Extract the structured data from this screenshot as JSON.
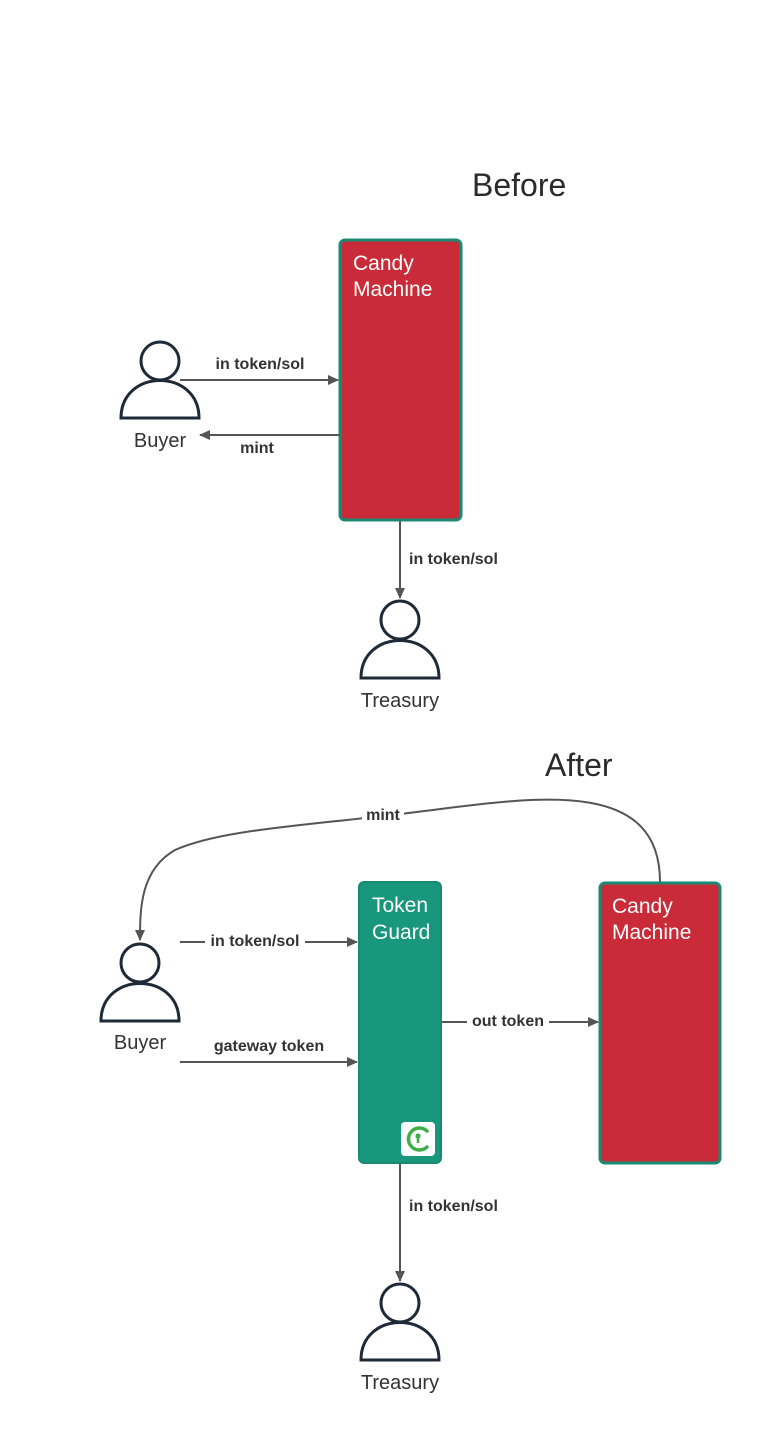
{
  "before": {
    "title": "Before",
    "candy_machine": {
      "line1": "Candy",
      "line2": "Machine"
    },
    "buyer": "Buyer",
    "treasury": "Treasury",
    "edges": {
      "buyer_to_cm": "in token/sol",
      "cm_to_buyer": "mint",
      "cm_to_treasury": "in token/sol"
    }
  },
  "after": {
    "title": "After",
    "token_guard": {
      "line1": "Token",
      "line2": "Guard",
      "icon": "civic-lock-icon"
    },
    "candy_machine": {
      "line1": "Candy",
      "line2": "Machine"
    },
    "buyer": "Buyer",
    "treasury": "Treasury",
    "edges": {
      "cm_to_buyer": "mint",
      "buyer_to_guard": "in token/sol",
      "gateway": "gateway token",
      "guard_to_cm": "out token",
      "guard_to_treasury": "in token/sol"
    }
  },
  "colors": {
    "candy_machine": "#c92b38",
    "token_guard": "#18977c",
    "box_border": "#1a8a73",
    "icon": "#3fae49"
  }
}
